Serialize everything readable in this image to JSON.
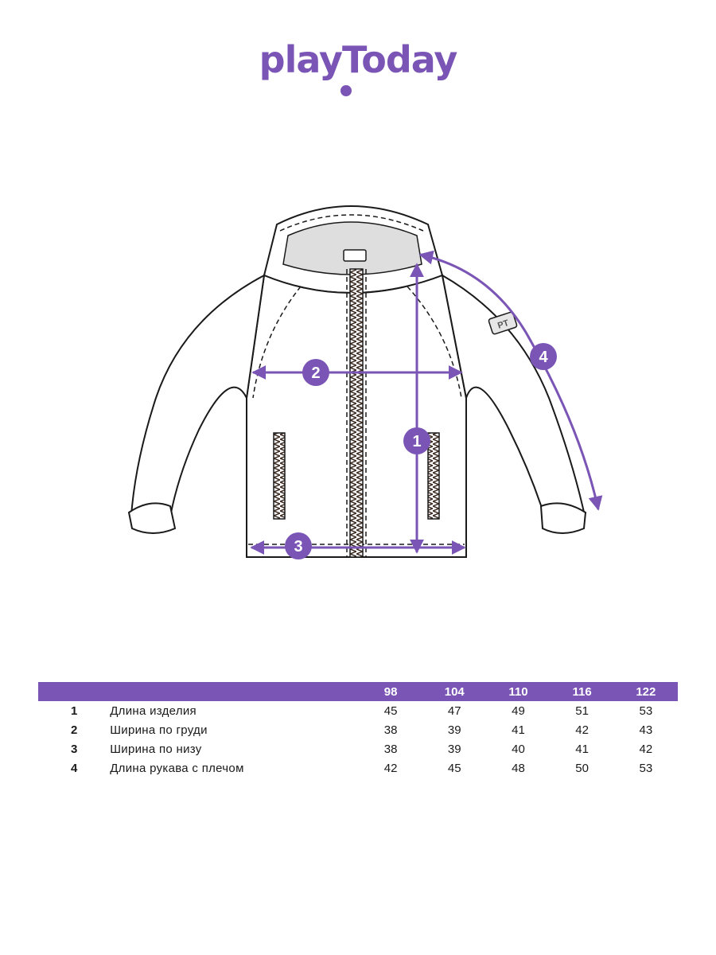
{
  "brand": {
    "name": "playToday",
    "color": "#7a55b5"
  },
  "diagram": {
    "markers": [
      "1",
      "2",
      "3",
      "4"
    ],
    "sleeve_badge": "PT"
  },
  "size_table": {
    "sizes": [
      "98",
      "104",
      "110",
      "116",
      "122"
    ],
    "rows": [
      {
        "num": "1",
        "name": "Длина изделия",
        "values": [
          "45",
          "47",
          "49",
          "51",
          "53"
        ]
      },
      {
        "num": "2",
        "name": "Ширина по груди",
        "values": [
          "38",
          "39",
          "41",
          "42",
          "43"
        ]
      },
      {
        "num": "3",
        "name": "Ширина по низу",
        "values": [
          "38",
          "39",
          "40",
          "41",
          "42"
        ]
      },
      {
        "num": "4",
        "name": "Длина рукава с плечом",
        "values": [
          "42",
          "45",
          "48",
          "50",
          "53"
        ]
      }
    ]
  }
}
